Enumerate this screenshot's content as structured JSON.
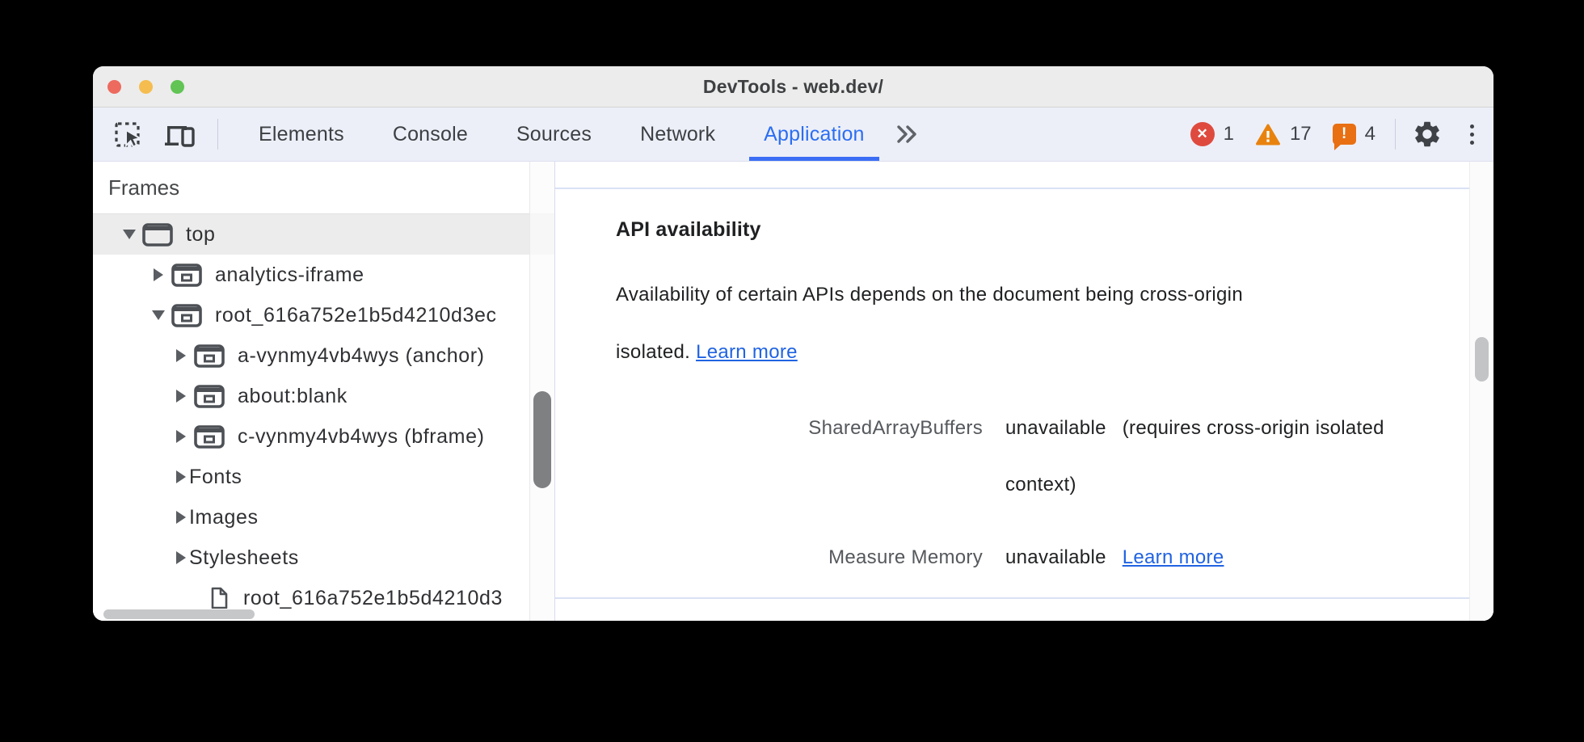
{
  "window": {
    "title": "DevTools - web.dev/"
  },
  "titlebar": {
    "traffic_lights": [
      "close",
      "minimize",
      "zoom"
    ]
  },
  "toolbar": {
    "tabs": [
      {
        "label": "Elements",
        "active": false
      },
      {
        "label": "Console",
        "active": false
      },
      {
        "label": "Sources",
        "active": false
      },
      {
        "label": "Network",
        "active": false
      },
      {
        "label": "Application",
        "active": true
      }
    ],
    "errors": {
      "icon": "error-icon",
      "count": "1"
    },
    "warnings": {
      "icon": "warning-icon",
      "count": "17"
    },
    "issues": {
      "icon": "issues-icon",
      "count": "4"
    }
  },
  "sidebar": {
    "header": "Frames",
    "tree": [
      {
        "label": "top",
        "level": 0,
        "state": "expanded",
        "icon": "frame",
        "selected": true
      },
      {
        "label": "analytics-iframe",
        "level": 1,
        "state": "collapsed",
        "icon": "iframe",
        "selected": false
      },
      {
        "label": "root_616a752e1b5d4210d3ec",
        "level": 1,
        "state": "expanded",
        "icon": "iframe",
        "selected": false
      },
      {
        "label": "a-vynmy4vb4wys (anchor)",
        "level": 2,
        "state": "collapsed",
        "icon": "iframe",
        "selected": false
      },
      {
        "label": "about:blank",
        "level": 2,
        "state": "collapsed",
        "icon": "iframe",
        "selected": false
      },
      {
        "label": "c-vynmy4vb4wys (bframe)",
        "level": 2,
        "state": "collapsed",
        "icon": "iframe",
        "selected": false
      },
      {
        "label": "Fonts",
        "level": 2,
        "state": "collapsed",
        "icon": "none",
        "selected": false
      },
      {
        "label": "Images",
        "level": 2,
        "state": "collapsed",
        "icon": "none",
        "selected": false
      },
      {
        "label": "Stylesheets",
        "level": 2,
        "state": "collapsed",
        "icon": "none",
        "selected": false
      },
      {
        "label": "root_616a752e1b5d4210d3",
        "level": 3,
        "state": "doc",
        "icon": "document",
        "selected": false
      }
    ]
  },
  "content": {
    "section_title": "API availability",
    "description_line1": "Availability of certain APIs depends on the document being cross-origin",
    "description_line2": "isolated.",
    "description_link": "Learn more",
    "rows": [
      {
        "label": "SharedArrayBuffers",
        "status": "unavailable",
        "note": "(requires cross-origin isolated context)",
        "link": ""
      },
      {
        "label": "Measure Memory",
        "status": "unavailable",
        "note": "",
        "link": "Learn more"
      }
    ]
  },
  "colors": {
    "accent_blue": "#2b6ef2",
    "link_blue": "#2063e2",
    "error_red": "#df4a3f",
    "warning_orange": "#e8820e",
    "issues_orange": "#e86f12",
    "toolbar_bg": "#edeff8",
    "selected_row": "#ececec"
  }
}
